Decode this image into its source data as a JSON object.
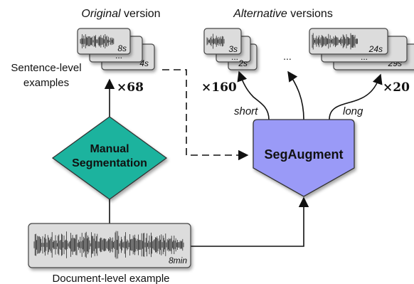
{
  "headers": {
    "original_italic": "Original",
    "original_rest": "version",
    "alternative_italic": "Alternative",
    "alternative_rest": "versions"
  },
  "left_stack": {
    "label_line1": "Sentence-level",
    "label_line2": "examples",
    "card_front_duration": "8s",
    "card_back_duration": "4s",
    "card_ellipsis": "...",
    "multiplier": "×68"
  },
  "short_stack": {
    "card_front_duration": "3s",
    "card_back_duration": "2s",
    "card_ellipsis": "...",
    "multiplier": "×160"
  },
  "long_stack": {
    "card_front_duration": "24s",
    "card_back_duration": "29s",
    "card_ellipsis": "...",
    "multiplier": "×20"
  },
  "middle_ellipsis": "...",
  "manual_segmentation": {
    "line1": "Manual",
    "line2": "Segmentation",
    "color": "#1ab39e"
  },
  "segaugment": {
    "label": "SegAugment",
    "color": "#9a9af7",
    "branch_short": "short",
    "branch_long": "long"
  },
  "document": {
    "duration": "8min",
    "caption": "Document-level example"
  }
}
